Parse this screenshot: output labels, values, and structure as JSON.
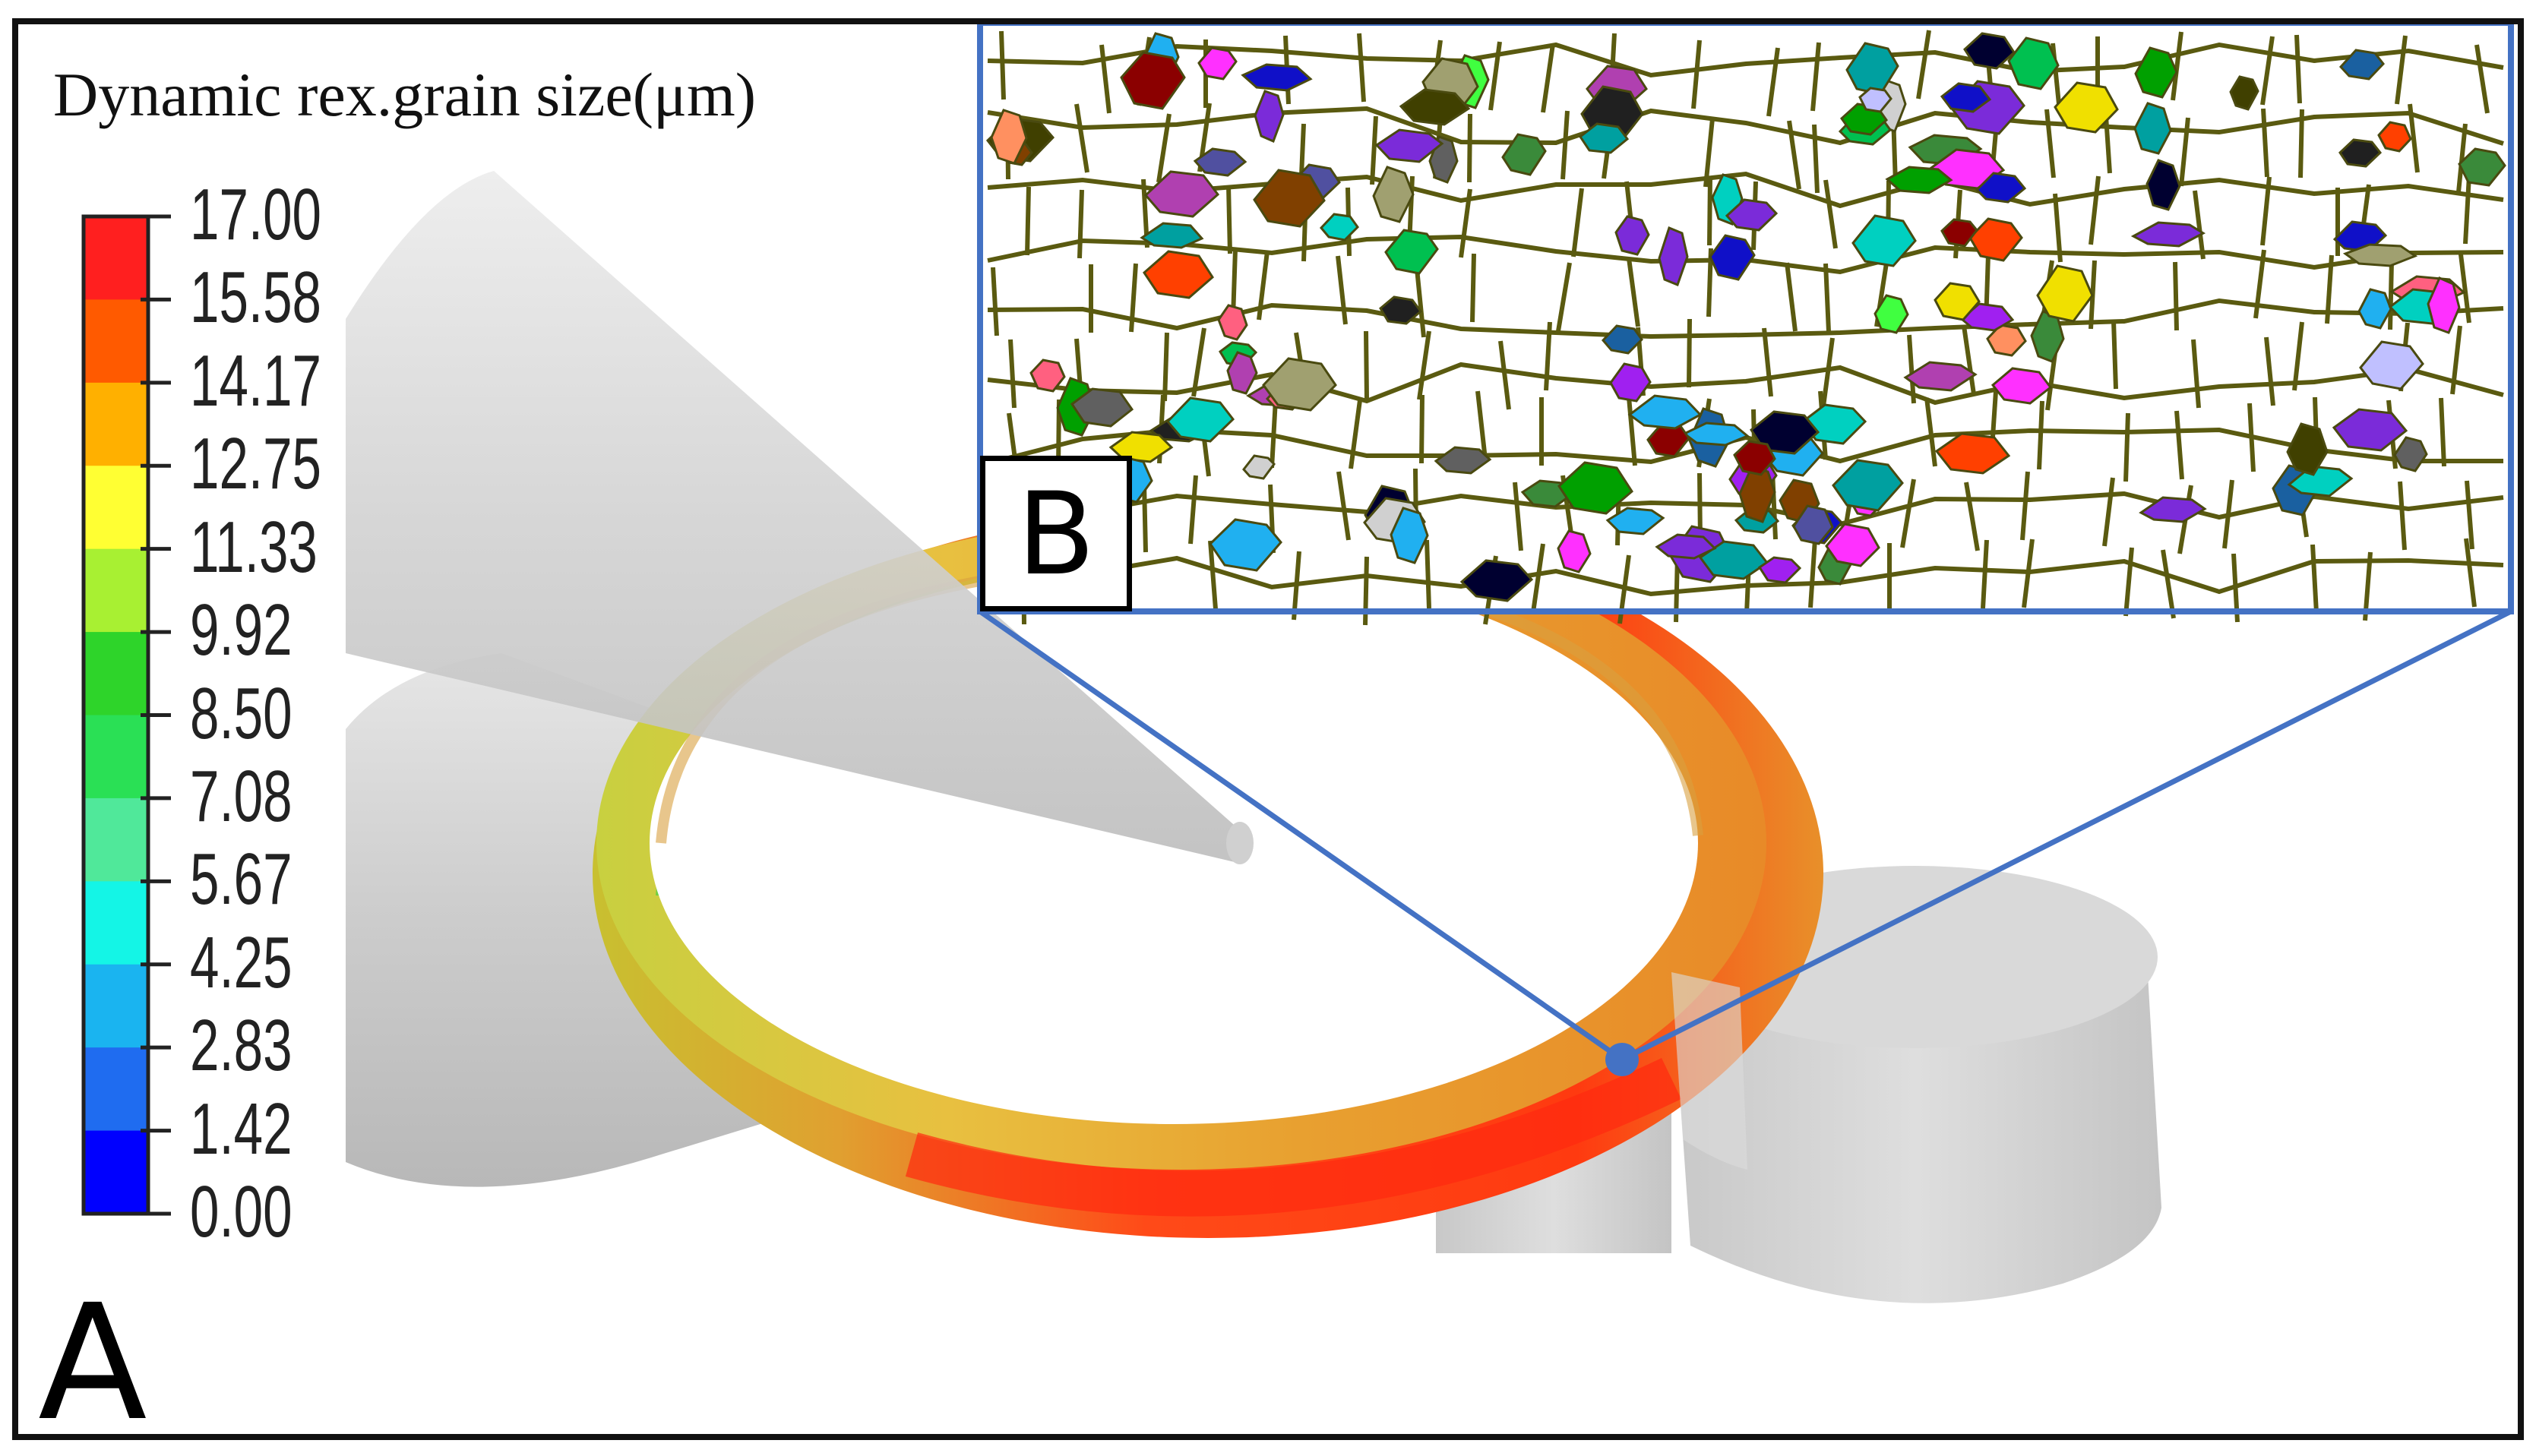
{
  "legend": {
    "title": "Dynamic rex.grain size(μm)",
    "ticks": [
      "17.00",
      "15.58",
      "14.17",
      "12.75",
      "11.33",
      "9.92",
      "8.50",
      "7.08",
      "5.67",
      "4.25",
      "2.83",
      "1.42",
      "0.00"
    ],
    "band_colors": [
      "#ff1f1f",
      "#ff5a00",
      "#ffb000",
      "#ffff33",
      "#a8f032",
      "#2ed42a",
      "#2ae055",
      "#50e89a",
      "#14f5e6",
      "#1ab4f0",
      "#1f6cf0",
      "#0000ff"
    ]
  },
  "panels": {
    "a_label": "A",
    "b_label": "B"
  },
  "colors": {
    "callout": "#4472c4",
    "grain_boundary": "#5a5a10",
    "ring_hot": "#ff3a10",
    "ring_warm": "#e89a20",
    "ring_mid": "#9fd040",
    "roll_gray": "#cfcfcf"
  }
}
